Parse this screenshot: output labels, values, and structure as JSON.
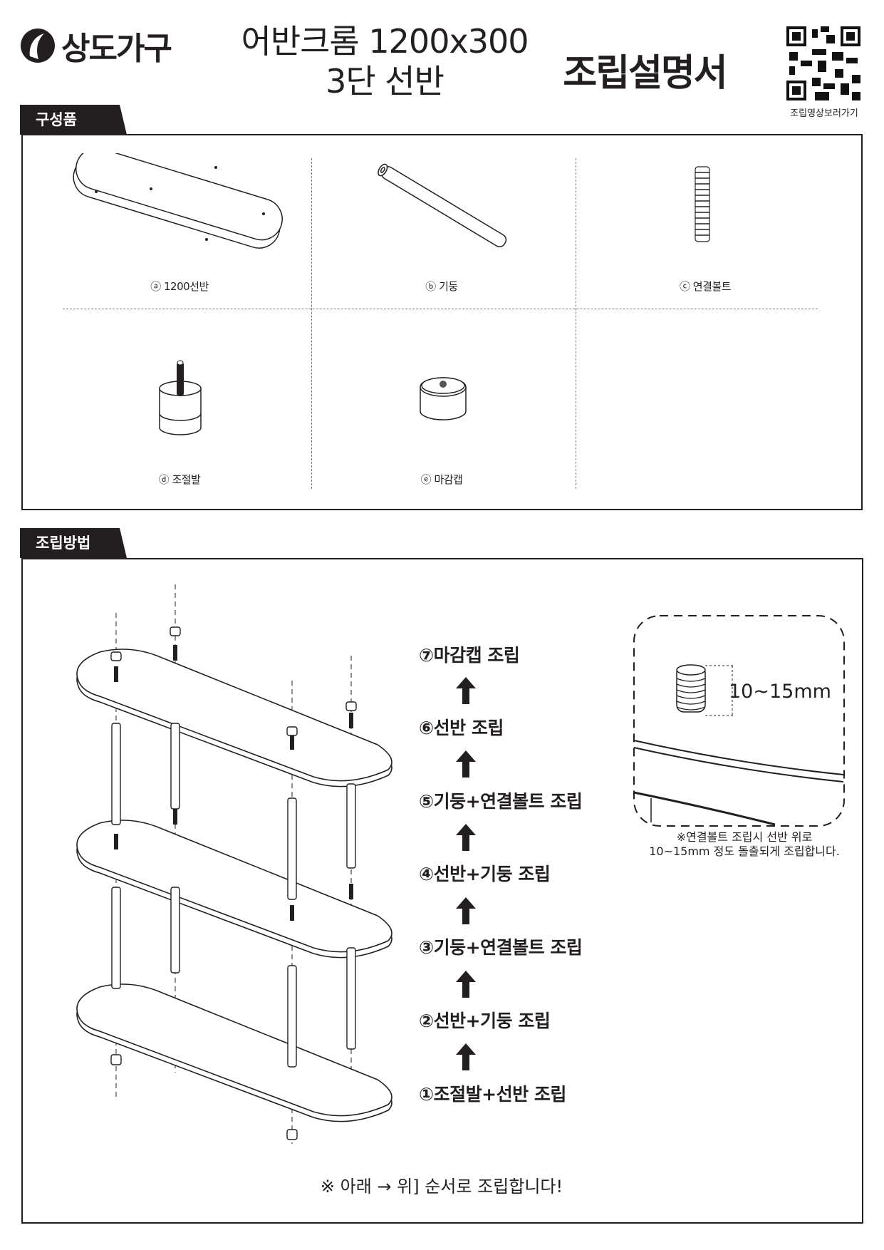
{
  "header": {
    "brand": "상도가구",
    "product_title_line1": "어반크롬 1200x300",
    "product_title_line2": "3단 선반",
    "document_title": "조립설명서",
    "qr_caption": "조립영상보러가기"
  },
  "parts_section": {
    "title": "구성품",
    "parts": [
      {
        "marker": "ⓐ",
        "label": "1200선반"
      },
      {
        "marker": "ⓑ",
        "label": "기둥"
      },
      {
        "marker": "ⓒ",
        "label": "연결볼트"
      },
      {
        "marker": "ⓓ",
        "label": "조절발"
      },
      {
        "marker": "ⓔ",
        "label": "마감캡"
      }
    ]
  },
  "assembly_section": {
    "title": "조립방법",
    "steps": [
      "⑦마감캡 조립",
      "⑥선반 조립",
      "⑤기둥+연결볼트 조립",
      "④선반+기둥 조립",
      "③기둥+연결볼트 조립",
      "②선반+기둥 조립",
      "①조절발+선반 조립"
    ],
    "detail": {
      "dimension": "10~15mm",
      "note_line1": "※연결볼트 조립시 선반 위로",
      "note_line2": "10~15mm 정도 돌출되게 조립합니다."
    },
    "footer_note": "※ 아래 → 위] 순서로 조립합니다!"
  }
}
